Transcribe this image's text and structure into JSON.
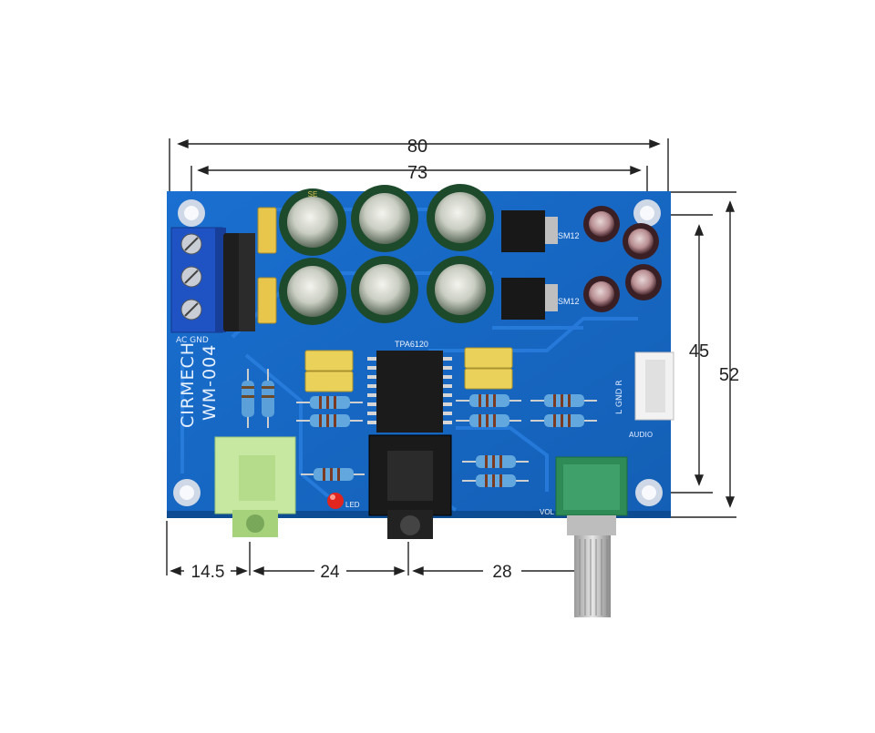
{
  "dimensions": {
    "overall_width": "80",
    "hole_spacing_width": "73",
    "hole_spacing_height": "45",
    "overall_height": "52",
    "offset_green_jack": "14.5",
    "offset_black_jack": "24",
    "offset_potentiometer": "28"
  },
  "board": {
    "brand": "CIRMECH",
    "model": "WM-004",
    "ic_label": "TPA6120",
    "reg_label_1": "SM12",
    "reg_label_2": "SM12",
    "power_label": "AC GND",
    "audio_label": "AUDIO",
    "channel_labels": "L GND R",
    "led_label": "LED",
    "vol_label": "VOL",
    "pcb_color": "#1569c7",
    "cap_label": "SE"
  }
}
